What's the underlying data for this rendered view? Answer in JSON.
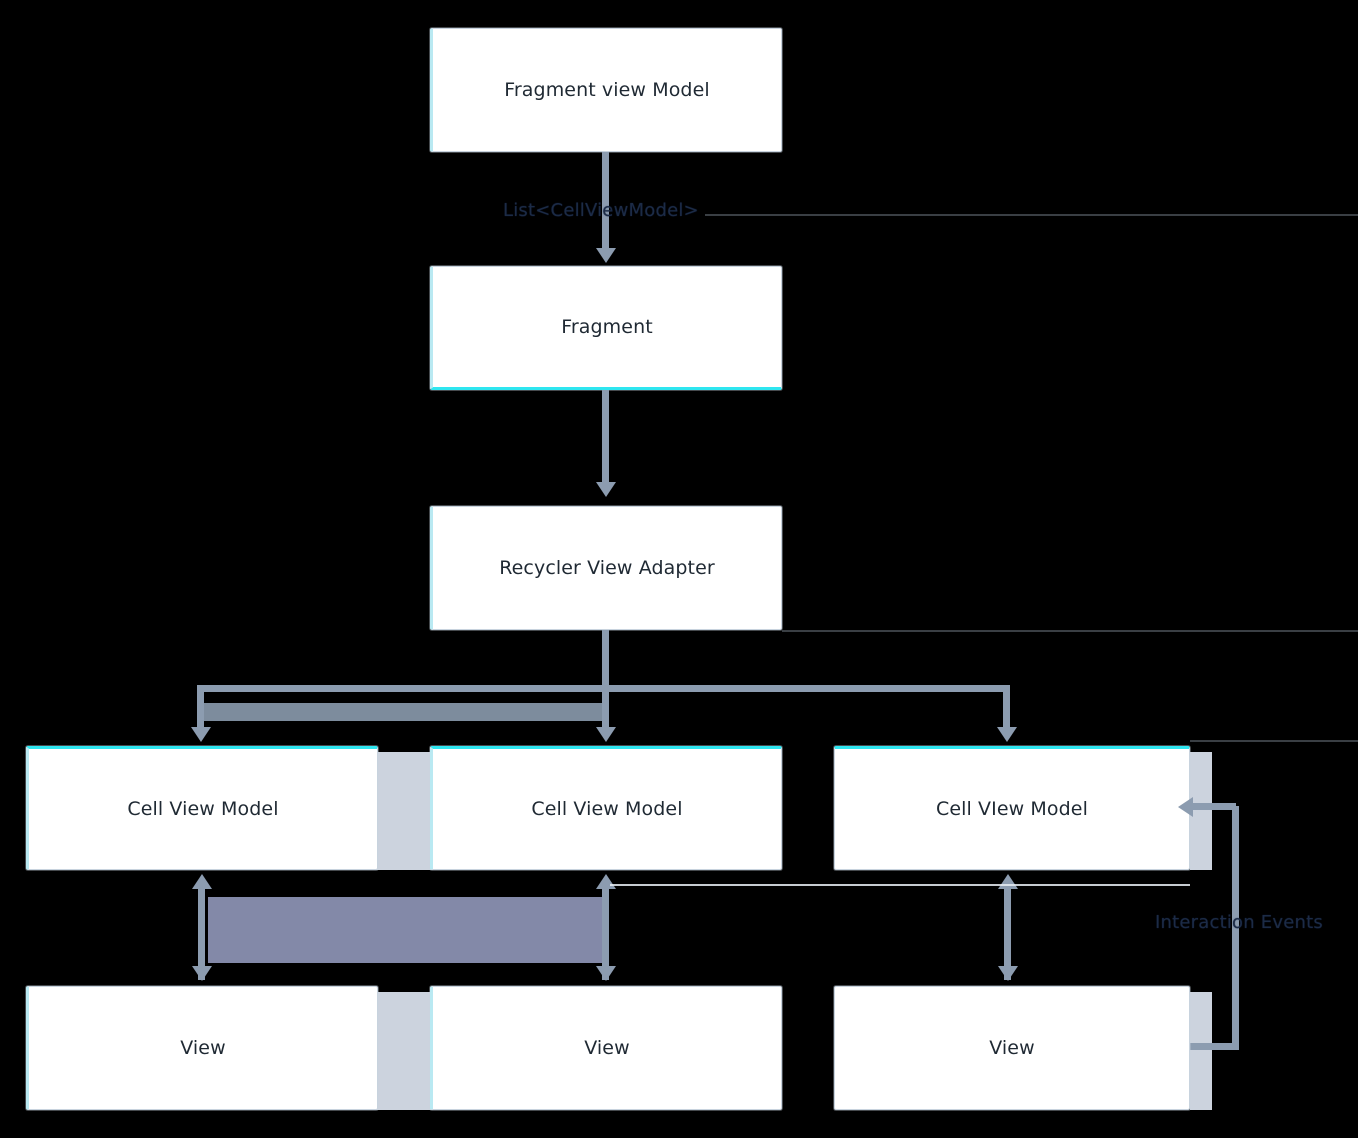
{
  "diagram": {
    "title": "Android MVVM RecyclerView architecture flow",
    "background_color": "#000000",
    "node_fill": "#ffffff",
    "node_border": "#c8d3de",
    "accent_color": "#2ee6f0",
    "connector_color": "#8c9cb0",
    "label_color": "#1c2b46",
    "text_color": "#1f2933",
    "nodes": [
      {
        "id": "fragment-view-model",
        "label": "Fragment view Model"
      },
      {
        "id": "fragment",
        "label": "Fragment"
      },
      {
        "id": "recycler-view-adapter",
        "label": "Recycler View Adapter"
      },
      {
        "id": "cell-view-model-1",
        "label": "Cell View Model"
      },
      {
        "id": "cell-view-model-2",
        "label": "Cell View Model"
      },
      {
        "id": "cell-view-model-3",
        "label": "Cell VIew Model"
      },
      {
        "id": "view-1",
        "label": "View"
      },
      {
        "id": "view-2",
        "label": "View"
      },
      {
        "id": "view-3",
        "label": "View"
      }
    ],
    "edge_labels": [
      {
        "id": "list-cell-view-model",
        "text": "List<CellViewModel>"
      },
      {
        "id": "interaction-events",
        "text": "Interaction Events"
      }
    ]
  }
}
